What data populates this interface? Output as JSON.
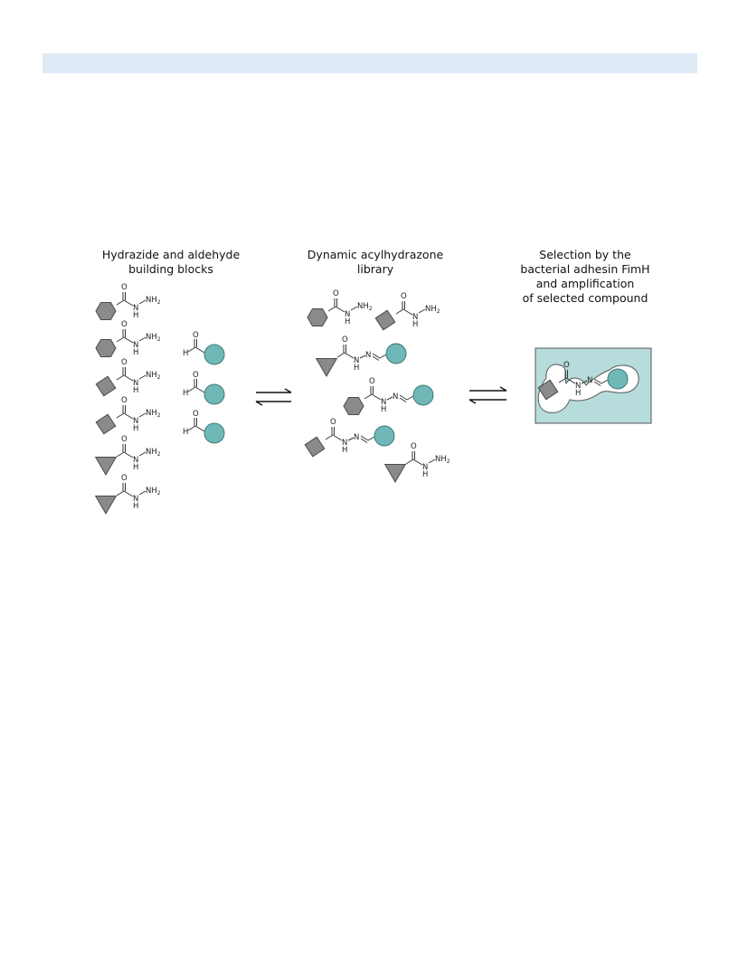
{
  "page": {
    "header_band_color": "#dfeaf7"
  },
  "colors": {
    "building_block": "#8a8a8a",
    "aldehyde_bead": "#6fb8b7",
    "protein_pocket": "#b6dcdb"
  },
  "columns": [
    {
      "lines": [
        "Hydrazide and aldehyde",
        "building blocks"
      ]
    },
    {
      "lines": [
        "Dynamic acylhydrazone",
        "library"
      ]
    },
    {
      "lines": [
        "Selection by the",
        "bacterial adhesin FimH",
        "and amplification",
        "of selected compound"
      ]
    }
  ],
  "atoms": {
    "oxygen": "O",
    "nitrogen": "N",
    "hydrogen": "H",
    "amine": "NH",
    "subscript_two": "2"
  },
  "arrows": [
    {
      "type": "equilibrium"
    },
    {
      "type": "equilibrium"
    }
  ]
}
